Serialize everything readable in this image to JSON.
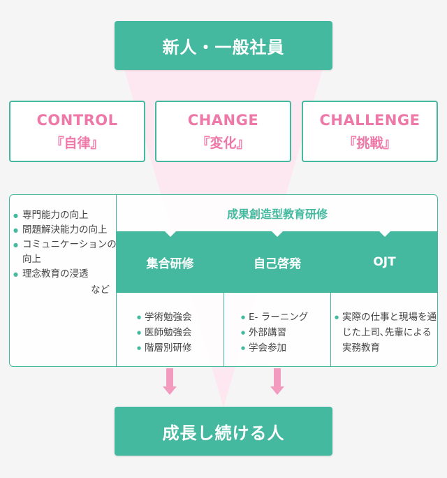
{
  "top_box": "新人・一般社員",
  "bottom_box": "成長し続ける人",
  "values": [
    {
      "en": "CONTROL",
      "jp": "『自律』"
    },
    {
      "en": "CHANGE",
      "jp": "『変化』"
    },
    {
      "en": "CHALLENGE",
      "jp": "『挑戦』"
    }
  ],
  "goals": {
    "items": [
      "専門能力の向上",
      "問題解決能力の向上",
      "コミュニケーションの向上",
      "理念教育の浸透"
    ],
    "note": "など"
  },
  "program_title": "成果創造型教育研修",
  "methods": [
    {
      "title": "集合研修",
      "items": [
        "学術勉強会",
        "医師勉強会",
        "階層別研修"
      ]
    },
    {
      "title": "自己啓発",
      "items": [
        "E- ラーニング",
        "外部講習",
        "学会参加"
      ]
    },
    {
      "title": "OJT",
      "text": "実際の仕事と現場を通じた上司､先輩による実務教育"
    }
  ],
  "colors": {
    "teal": "#45b99f",
    "pink": "#ee78a8",
    "funnel": "#fde7f0",
    "arrow": "#f39bbf"
  }
}
